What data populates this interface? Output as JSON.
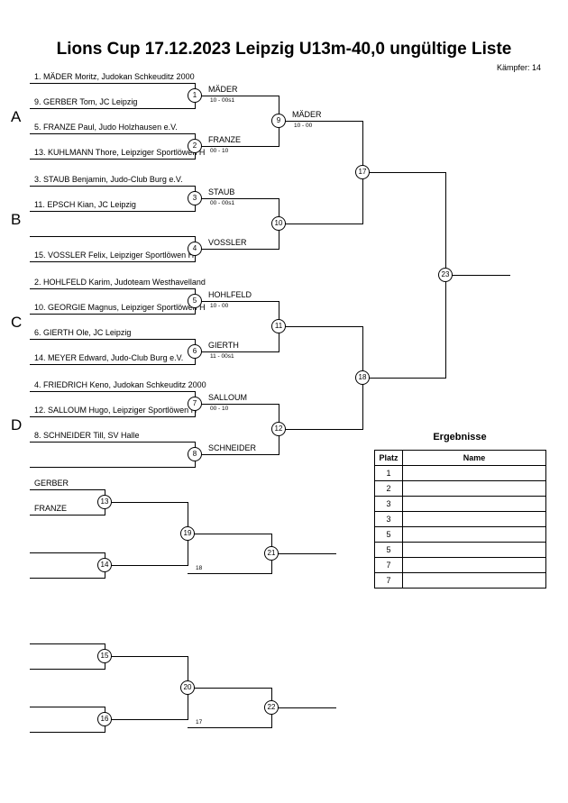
{
  "header": {
    "title": "Lions Cup  17.12.2023  Leipzig   U13m-40,0 ungültige Liste",
    "fighters": "Kämpfer: 14"
  },
  "pools": [
    "A",
    "B",
    "C",
    "D"
  ],
  "entries": [
    "1. MÄDER  Moritz, Judokan Schkeuditz 2000",
    "9. GERBER Tom, JC Leipzig",
    "5. FRANZE Paul, Judo Holzhausen e.V.",
    "13. KUHLMANN Thore, Leipziger Sportlöwen H",
    "3. STAUB Benjamin, Judo-Club Burg e.V.",
    "11. EPSCH Kian, JC Leipzig",
    "",
    "15. VOSSLER Felix, Leipziger Sportlöwen H",
    "2. HOHLFELD Karim, Judoteam Westhavelland",
    "10. GEORGIE Magnus, Leipziger Sportlöwen H",
    "6. GIERTH Ole, JC Leipzig",
    "14. MEYER Edward, Judo-Club Burg e.V.",
    "4. FRIEDRICH Keno, Judokan Schkeuditz 2000",
    "12. SALLOUM Hugo, Leipziger Sportlöwen H",
    "8. SCHNEIDER Till, SV Halle",
    ""
  ],
  "round1_winners": [
    "MÄDER",
    "FRANZE",
    "STAUB",
    "VOSSLER",
    "HOHLFELD",
    "GIERTH",
    "SALLOUM",
    "SCHNEIDER"
  ],
  "round1_scores": [
    "10 - 00s1",
    "00 - 10",
    "00 - 00s1",
    "",
    "10 - 00",
    "11 - 00s1",
    "00 - 10",
    ""
  ],
  "round2_winners": [
    "MÄDER"
  ],
  "round2_scores": [
    "10 - 00"
  ],
  "main_nodes": [
    "1",
    "2",
    "3",
    "4",
    "5",
    "6",
    "7",
    "8",
    "9",
    "10",
    "11",
    "12",
    "17",
    "18",
    "23"
  ],
  "repechage": {
    "names": [
      "GERBER",
      "FRANZE"
    ],
    "nodes": [
      "13",
      "14",
      "19",
      "21",
      "15",
      "16",
      "20",
      "22"
    ],
    "notes": [
      "18",
      "17"
    ]
  },
  "results": {
    "title": "Ergebnisse",
    "col_place": "Platz",
    "col_name": "Name",
    "places": [
      "1",
      "2",
      "3",
      "3",
      "5",
      "5",
      "7",
      "7"
    ]
  }
}
